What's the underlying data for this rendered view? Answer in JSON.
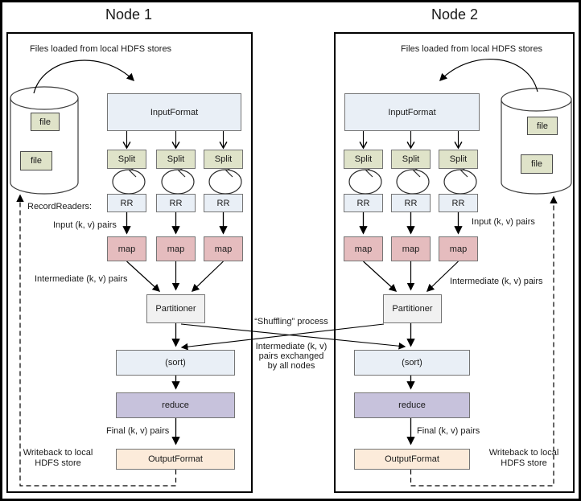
{
  "node1": {
    "title": "Node 1"
  },
  "node2": {
    "title": "Node 2"
  },
  "labels": {
    "files_loaded": "Files loaded from local HDFS stores",
    "input_format": "InputFormat",
    "split": "Split",
    "record_readers": "RecordReaders:",
    "rr": "RR",
    "input_pairs": "Input (k, v) pairs",
    "map": "map",
    "intermediate_pairs": "Intermediate (k, v) pairs",
    "partitioner": "Partitioner",
    "sort": "(sort)",
    "reduce": "reduce",
    "final_pairs": "Final (k, v) pairs",
    "output_format": "OutputFormat",
    "file": "file",
    "writeback": "Writeback to local HDFS store"
  },
  "middle": {
    "shuffling": "“Shuffling” process",
    "exchange_line1": "Intermediate (k, v)",
    "exchange_line2": "pairs exchanged",
    "exchange_line3": "by all nodes"
  },
  "colors": {
    "box_blue": "#e9eff6",
    "box_green": "#dfe3c9",
    "box_pink": "#e5bcbe",
    "box_gray": "#f1f1f1",
    "box_purple": "#c7c2dc",
    "box_peach": "#fcebda",
    "border_gray": "#757575",
    "line_black": "#000000"
  }
}
